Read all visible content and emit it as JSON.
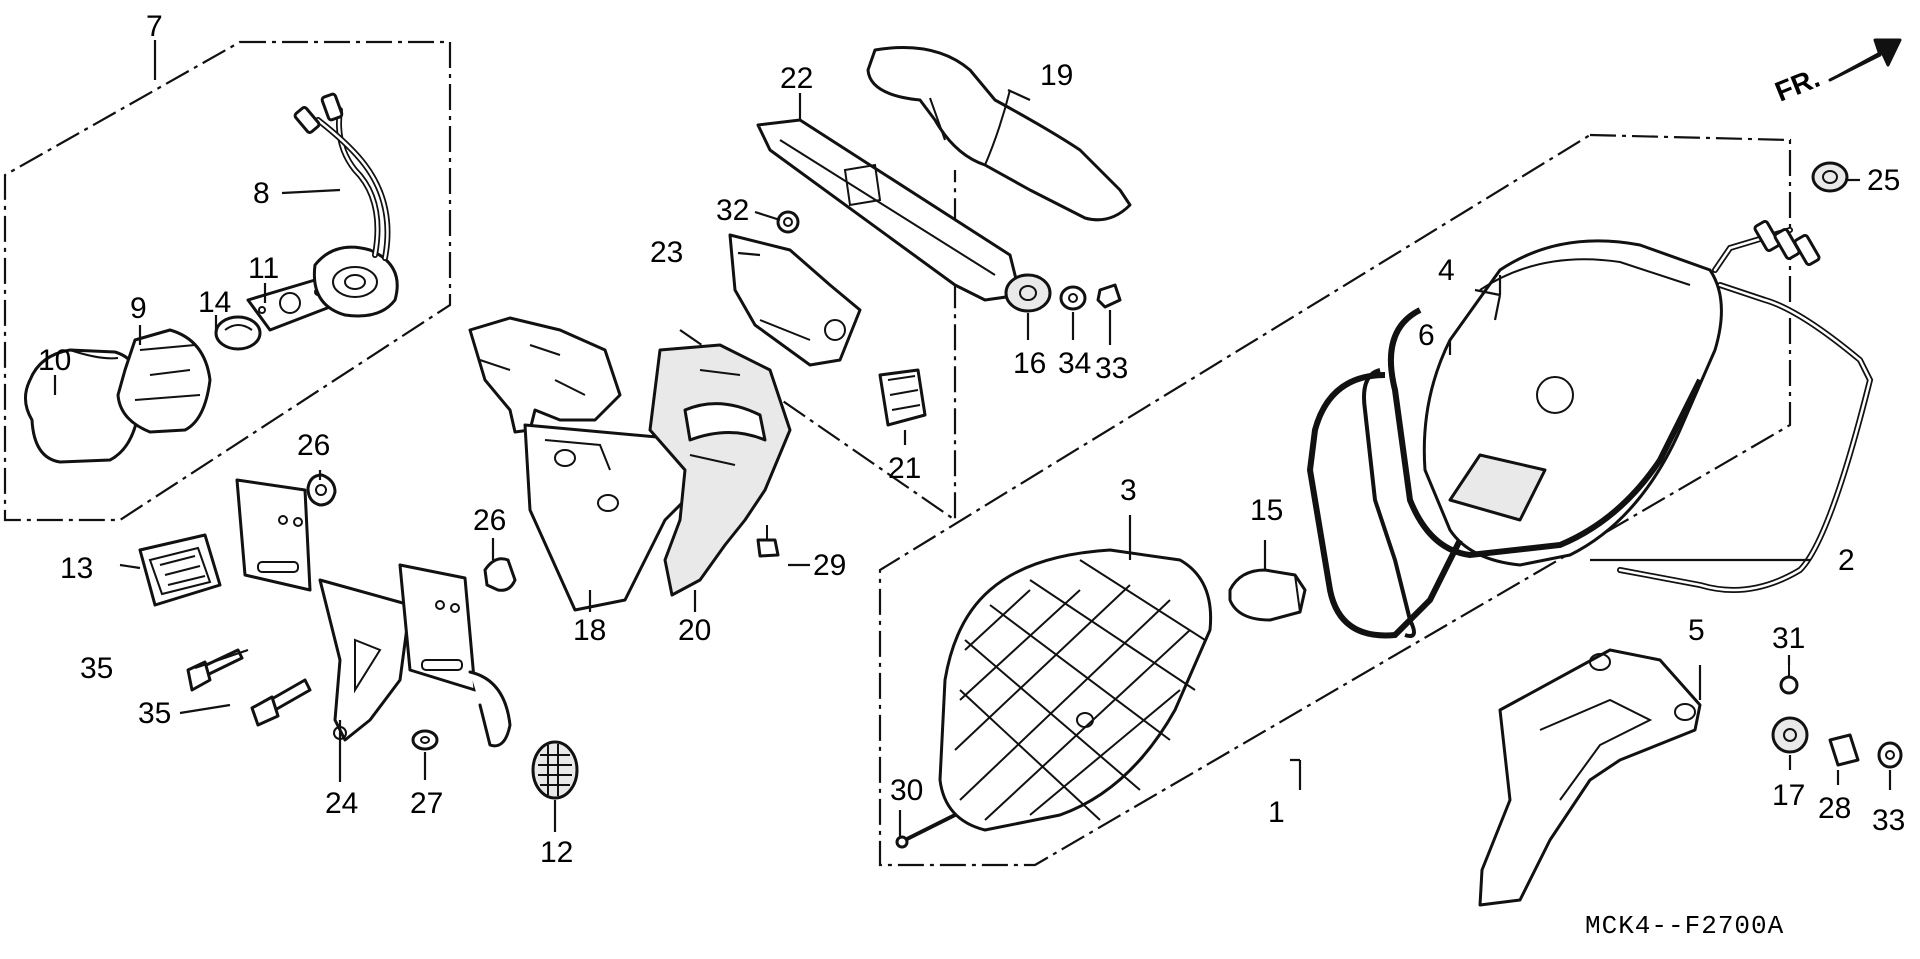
{
  "diagram": {
    "code": "MCK4--F2700A",
    "direction_label": "FR.",
    "labels": {
      "p1": "1",
      "p2": "2",
      "p3": "3",
      "p4": "4",
      "p5": "5",
      "p6": "6",
      "p7": "7",
      "p8": "8",
      "p9": "9",
      "p10": "10",
      "p11": "11",
      "p12": "12",
      "p13": "13",
      "p14": "14",
      "p15": "15",
      "p16": "16",
      "p17": "17",
      "p18": "18",
      "p19": "19",
      "p20": "20",
      "p21": "21",
      "p22": "22",
      "p23": "23",
      "p24": "24",
      "p25": "25",
      "p26a": "26",
      "p26b": "26",
      "p27": "27",
      "p28": "28",
      "p29": "29",
      "p30": "30",
      "p31": "31",
      "p32": "32",
      "p33a": "33",
      "p33b": "33",
      "p34": "34",
      "p35a": "35",
      "p35b": "35"
    }
  }
}
